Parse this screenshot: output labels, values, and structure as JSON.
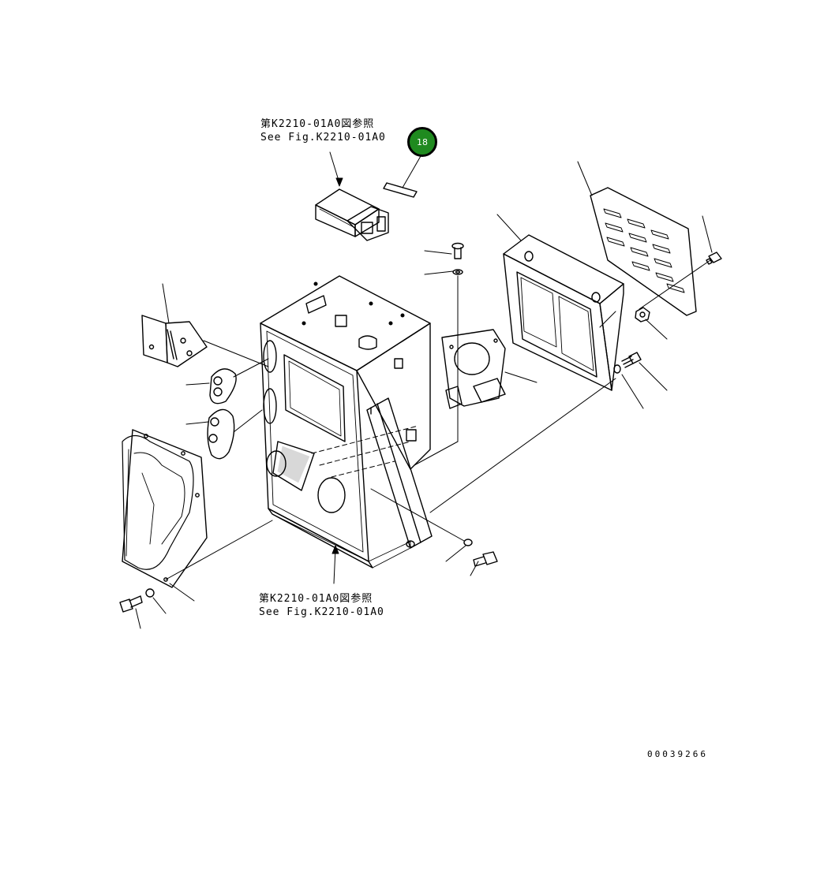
{
  "refs": {
    "top": {
      "jp": "第K2210-01A0図参照",
      "en": "See Fig.K2210-01A0"
    },
    "bottom": {
      "jp": "第K2210-01A0図参照",
      "en": "See Fig.K2210-01A0"
    }
  },
  "callout": {
    "number": "18",
    "color": "#1f8a1f"
  },
  "drawing_number": "00039266"
}
